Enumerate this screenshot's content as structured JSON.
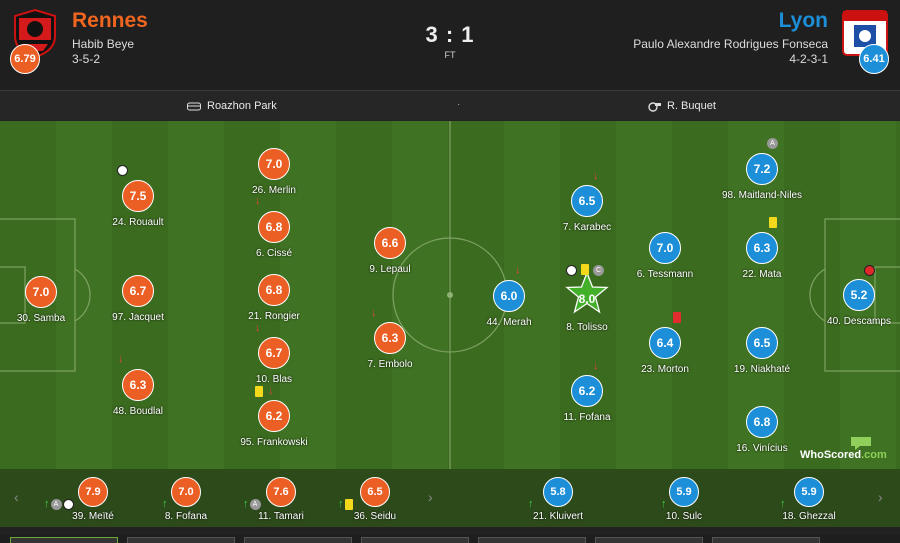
{
  "match": {
    "score": "3 : 1",
    "status": "FT",
    "venue": "Roazhon Park",
    "referee": "R. Buquet",
    "separator": "·"
  },
  "home": {
    "name": "Rennes",
    "manager": "Habib Beye",
    "formation": "3-5-2",
    "rating": "6.79",
    "color": "#ec5f24"
  },
  "away": {
    "name": "Lyon",
    "manager": "Paulo Alexandre Rodrigues Fonseca",
    "formation": "4-2-3-1",
    "rating": "6.41",
    "color": "#1c8fd8"
  },
  "home_players": [
    {
      "rating": "7.0",
      "name": "30. Samba"
    },
    {
      "rating": "7.5",
      "name": "24. Rouault"
    },
    {
      "rating": "6.7",
      "name": "97. Jacquet"
    },
    {
      "rating": "6.3",
      "name": "48. Boudlal"
    },
    {
      "rating": "7.0",
      "name": "26. Merlin"
    },
    {
      "rating": "6.8",
      "name": "6. Cissé"
    },
    {
      "rating": "6.8",
      "name": "21. Rongier"
    },
    {
      "rating": "6.7",
      "name": "10. Blas"
    },
    {
      "rating": "6.2",
      "name": "95. Frankowski"
    },
    {
      "rating": "6.6",
      "name": "9. Lepaul"
    },
    {
      "rating": "6.3",
      "name": "7. Embolo"
    }
  ],
  "away_players": [
    {
      "rating": "5.2",
      "name": "40. Descamps"
    },
    {
      "rating": "7.2",
      "name": "98. Maitland-Niles"
    },
    {
      "rating": "6.3",
      "name": "22. Mata"
    },
    {
      "rating": "6.5",
      "name": "19. Niakhaté"
    },
    {
      "rating": "6.8",
      "name": "16. Vinícius"
    },
    {
      "rating": "7.0",
      "name": "6. Tessmann"
    },
    {
      "rating": "6.4",
      "name": "23. Morton"
    },
    {
      "rating": "6.5",
      "name": "7. Karabec"
    },
    {
      "rating": "8.0",
      "name": "8. Tolisso"
    },
    {
      "rating": "6.2",
      "name": "11. Fofana"
    },
    {
      "rating": "6.0",
      "name": "44. Merah"
    }
  ],
  "home_subs": [
    {
      "rating": "7.9",
      "name": "39. Meïté"
    },
    {
      "rating": "7.0",
      "name": "8. Fofana"
    },
    {
      "rating": "7.6",
      "name": "11. Tamari"
    },
    {
      "rating": "6.5",
      "name": "36. Seidu"
    }
  ],
  "away_subs": [
    {
      "rating": "5.8",
      "name": "21. Kluivert"
    },
    {
      "rating": "5.9",
      "name": "10. Sulc"
    },
    {
      "rating": "5.9",
      "name": "18. Ghezzal"
    }
  ],
  "badges": {
    "assist": "A",
    "captain": "C"
  },
  "watermark": {
    "brand": "WhoScored",
    "domain": ".com"
  },
  "icons": {
    "stadium": "stadium-icon",
    "whistle": "whistle-icon",
    "sub_on": "arrow-up-icon",
    "sub_off": "arrow-down-icon",
    "goal": "ball-icon",
    "own_goal": "red-ball-icon",
    "yellow": "yellow-card-icon",
    "red": "red-card-icon",
    "motm": "star-icon",
    "prev": "chevron-left-icon",
    "next": "chevron-right-icon"
  }
}
